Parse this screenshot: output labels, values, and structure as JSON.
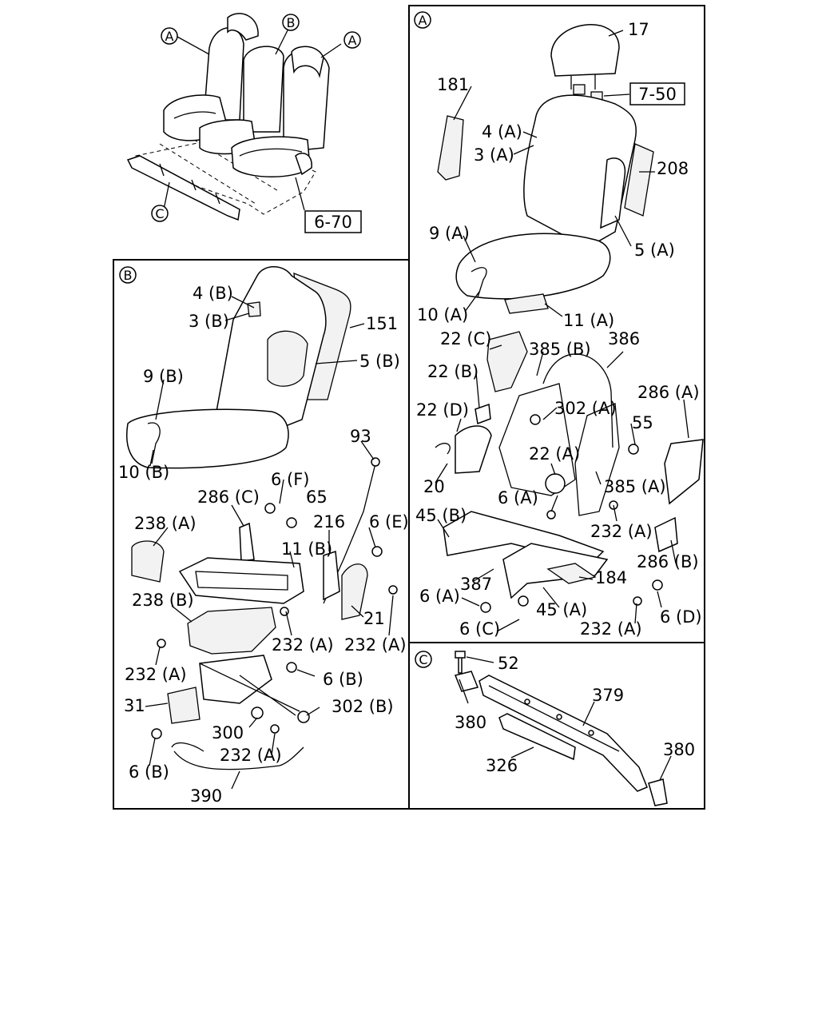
{
  "diagram": {
    "overview": {
      "refs": [
        "A",
        "B",
        "A",
        "C"
      ],
      "link_box": "6-70"
    },
    "panel_a": {
      "marker": "A",
      "link_box": "7-50",
      "labels": [
        "17",
        "181",
        "4 (A)",
        "3 (A)",
        "208",
        "9 (A)",
        "5 (A)",
        "10 (A)",
        "11 (A)",
        "22 (C)",
        "385 (B)",
        "386",
        "22 (B)",
        "286 (A)",
        "302 (A)",
        "22 (D)",
        "55",
        "22 (A)",
        "20",
        "385 (A)",
        "6 (A)",
        "45 (B)",
        "232 (A)",
        "286 (B)",
        "184",
        "387",
        "6 (A)",
        "45 (A)",
        "6 (C)",
        "232 (A)",
        "6 (D)"
      ]
    },
    "panel_b": {
      "marker": "B",
      "labels": [
        "4 (B)",
        "3 (B)",
        "151",
        "5 (B)",
        "9 (B)",
        "10 (B)",
        "93",
        "6 (F)",
        "286 (C)",
        "65",
        "238 (A)",
        "216",
        "6 (E)",
        "11 (B)",
        "238 (B)",
        "21",
        "232 (A)",
        "232 (A)",
        "232 (A)",
        "6 (B)",
        "31",
        "302 (B)",
        "300",
        "6 (B)",
        "232 (A)",
        "390"
      ]
    },
    "panel_c": {
      "marker": "C",
      "labels": [
        "52",
        "379",
        "380",
        "326",
        "380"
      ]
    }
  }
}
